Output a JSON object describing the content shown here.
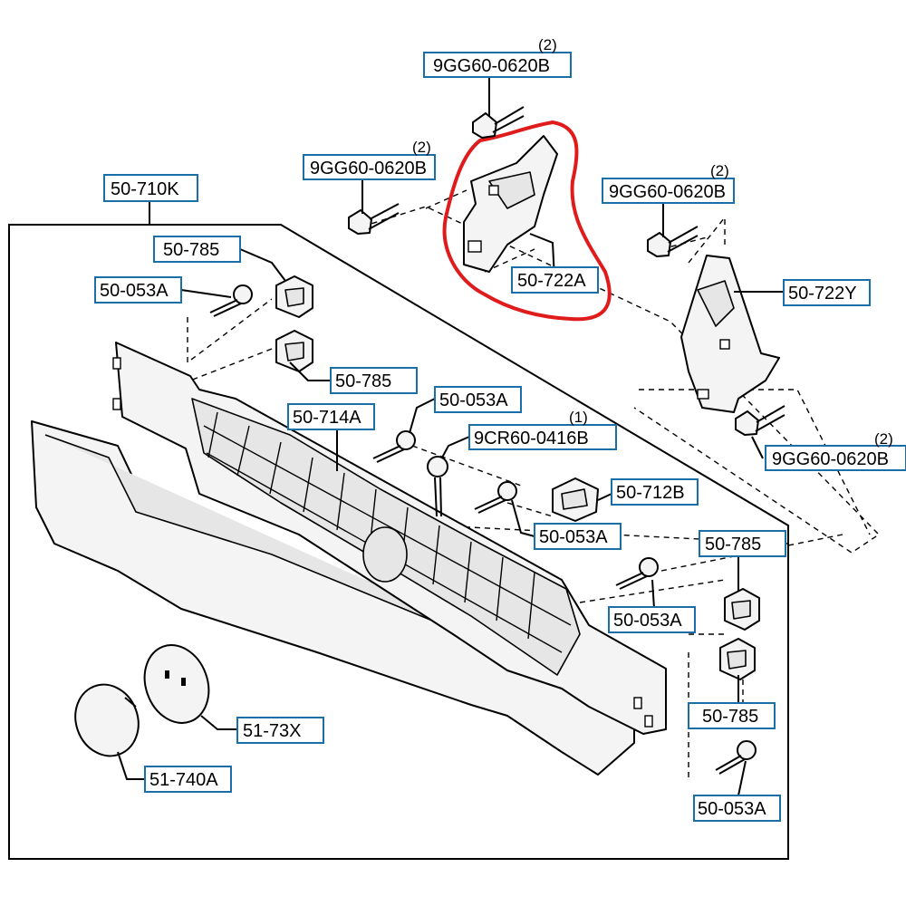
{
  "diagram": {
    "callouts": [
      {
        "id": "c1",
        "label": "9GG60-0620B",
        "qty": "(2)"
      },
      {
        "id": "c2",
        "label": "9GG60-0620B",
        "qty": "(2)"
      },
      {
        "id": "c3",
        "label": "9GG60-0620B",
        "qty": "(2)"
      },
      {
        "id": "c4",
        "label": "9GG60-0620B",
        "qty": "(2)"
      },
      {
        "id": "c5",
        "label": "50-710K",
        "qty": ""
      },
      {
        "id": "c6",
        "label": "50-785",
        "qty": ""
      },
      {
        "id": "c7",
        "label": "50-053A",
        "qty": ""
      },
      {
        "id": "c8",
        "label": "50-785",
        "qty": ""
      },
      {
        "id": "c9",
        "label": "50-722A",
        "qty": ""
      },
      {
        "id": "c10",
        "label": "50-722Y",
        "qty": ""
      },
      {
        "id": "c11",
        "label": "50-053A",
        "qty": ""
      },
      {
        "id": "c12",
        "label": "50-714A",
        "qty": ""
      },
      {
        "id": "c13",
        "label": "9CR60-0416B",
        "qty": "(1)"
      },
      {
        "id": "c14",
        "label": "50-712B",
        "qty": ""
      },
      {
        "id": "c15",
        "label": "50-053A",
        "qty": ""
      },
      {
        "id": "c16",
        "label": "50-785",
        "qty": ""
      },
      {
        "id": "c17",
        "label": "50-053A",
        "qty": ""
      },
      {
        "id": "c18",
        "label": "50-785",
        "qty": ""
      },
      {
        "id": "c19",
        "label": "50-053A",
        "qty": ""
      },
      {
        "id": "c20",
        "label": "51-73X",
        "qty": ""
      },
      {
        "id": "c21",
        "label": "51-740A",
        "qty": ""
      }
    ],
    "highlight_color": "#e01b1b",
    "callout_border_color": "#1a6fa8"
  }
}
